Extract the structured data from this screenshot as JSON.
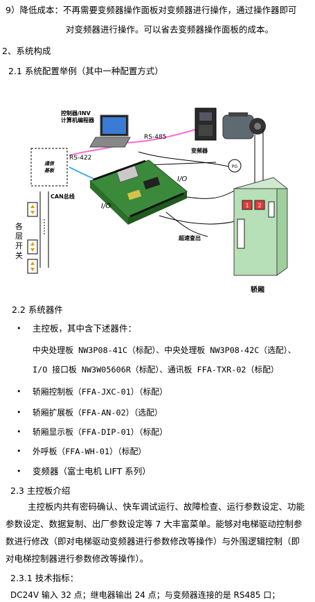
{
  "doc": {
    "p9_line1": "9）降低成本：不再需要变频器操作面板对变频器进行操作，通过操作器即可",
    "p9_line2": "对变频器进行操作。可以省去变频器操作面板的成本。",
    "section2": "2、系统构成",
    "sec21": "2.1 系统配置举例（其中一种配置方式）",
    "figure": {
      "laptop_label_1": "控制器/INV",
      "laptop_label_2": "计算机编程器",
      "rs485": "RS-485",
      "rs422": "RS-422",
      "comm_board_1": "通信",
      "comm_board_2": "基板",
      "inverter": "变频器",
      "pg": "PG",
      "io_top": "I/O",
      "io_bottom": "I/O",
      "can_bus": "CAN总线",
      "floor_1": "各",
      "floor_2": "层",
      "floor_3": "开",
      "floor_4": "关",
      "hoistway": "超速查出",
      "cabin": "轿厢",
      "cabin_btn_1": "1",
      "cabin_btn_2": "2"
    },
    "sec22": "2.2 系统器件",
    "item1": "主控板，其中含下述器件：",
    "item1_sub1": "中央处理板 NW3P08-41C（标配）、中央处理板 NW3P08-42C（选配）、",
    "item1_sub2": "I/O 接口板 NW3W05606R（标配）、通讯板 FFA-TXR-02（标配）",
    "item2": "轿厢控制板（FFA-JXC-01）（标配）",
    "item3": "轿厢扩展板（FFA-AN-02）（选配）",
    "item4": "轿厢显示板（FFA-DIP-01）（标配）",
    "item5": "外呼板（FFA-WH-01）（标配）",
    "item6": "变频器（富士电机 LIFT 系列）",
    "bullet": "•",
    "sec23": "2.3 主控板介绍",
    "p23_line1": "主控板内共有密码确认、快车调试运行、故障检查、运行参数设定、功能",
    "p23_line2": "参数设定、数据复制、出厂参数设定等 7 大丰富菜单。能够对电梯驱动控制参",
    "p23_line3": "数进行修改（即对电梯驱动变频器进行参数修改等操作）与外围逻辑控制（即",
    "p23_line4": "对电梯控制器进行参数修改等操作）。",
    "sec231": "2.3.1 技术指标：",
    "spec_line": "DC24V 输入 32 点；继电器输出 24 点；与变频器连接的是 RS485 口；"
  }
}
